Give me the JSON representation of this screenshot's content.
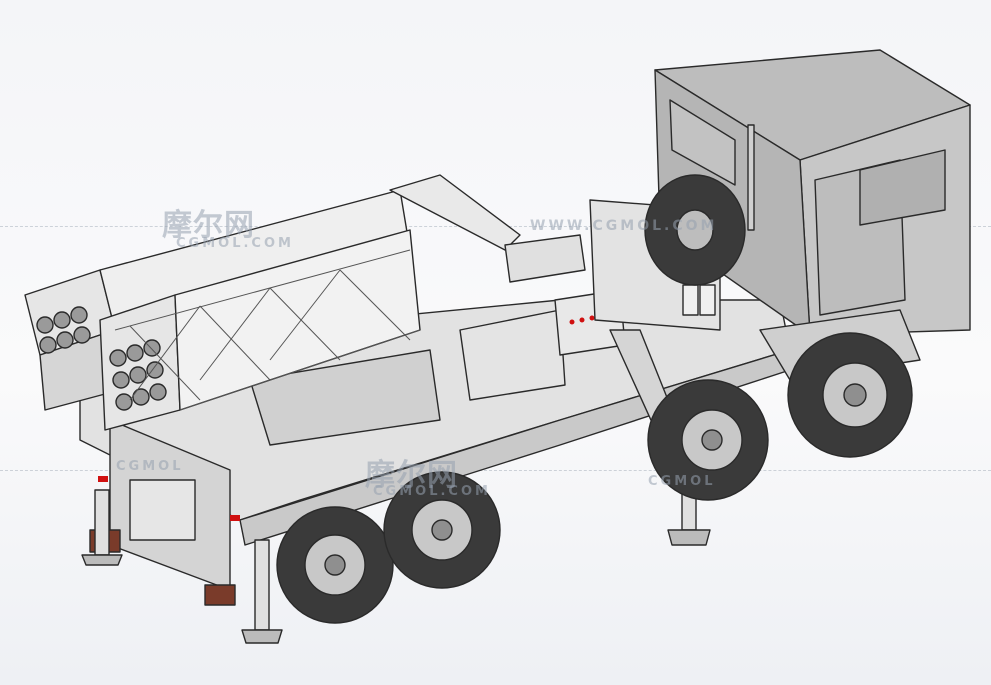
{
  "image": {
    "subject": "military-truck-rocket-launcher-cad-render",
    "colors": {
      "background": "#f5f6f8",
      "body": "#d9d9d9",
      "body_light": "#e9e9e9",
      "cab": "#bdbdbd",
      "tire": "#3a3a3a",
      "hub": "#c8c8c8",
      "outline": "#2a2a2a",
      "accent_red": "#d01010"
    }
  },
  "watermarks": {
    "brand_cn": "摩尔网",
    "brand_en": "CGMOL.COM",
    "brand_en_center": "WWW.CGMOL.COM",
    "brand_partial_left": "CGMOL",
    "brand_partial_right": "CGMOL"
  }
}
